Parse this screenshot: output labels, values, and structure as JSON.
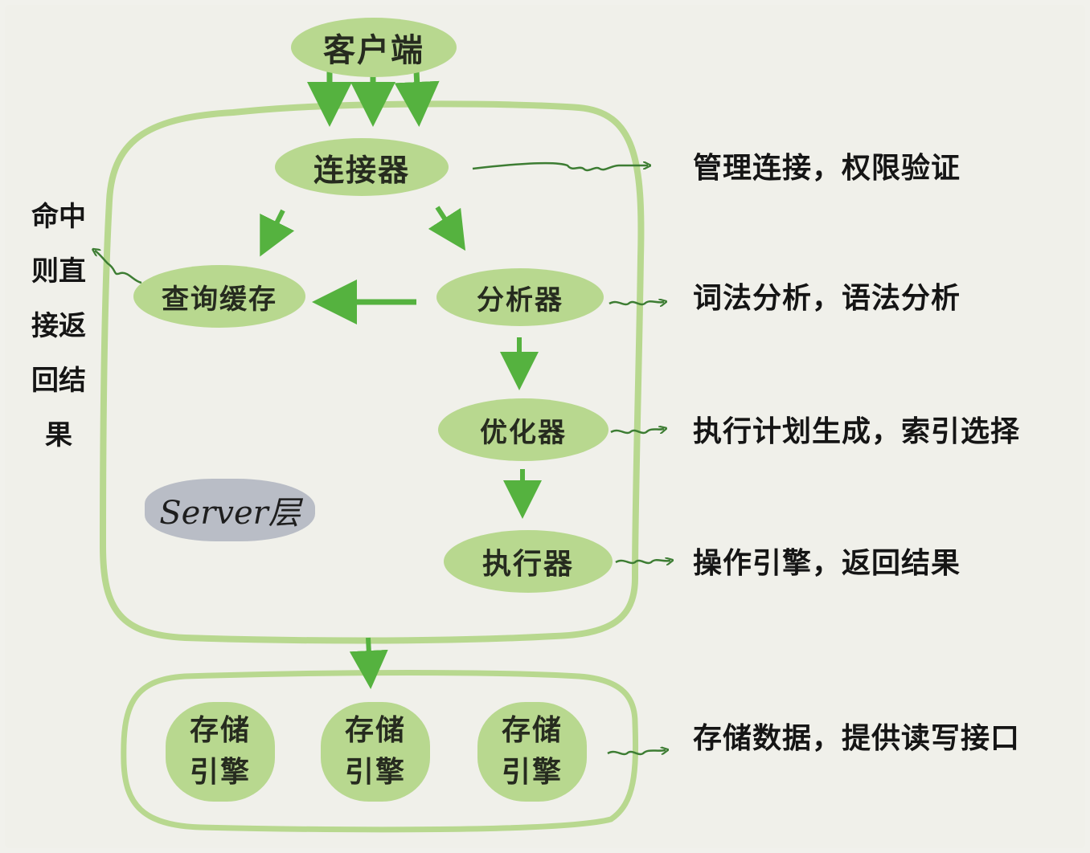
{
  "client": {
    "label": "客户端"
  },
  "server": {
    "label": "Server层",
    "components": {
      "connector": "连接器",
      "query_cache": "查询缓存",
      "analyzer": "分析器",
      "optimizer": "优化器",
      "executor": "执行器"
    }
  },
  "cache_hit_note": "命中则直接返回结果",
  "storage_engines": [
    {
      "label": "存储引擎"
    },
    {
      "label": "存储引擎"
    },
    {
      "label": "存储引擎"
    }
  ],
  "descriptions": {
    "connector": "管理连接，权限验证",
    "analyzer": "词法分析，语法分析",
    "optimizer": "执行计划生成，索引选择",
    "executor": "操作引擎，返回结果",
    "storage": "存储数据，提供读写接口"
  },
  "colors": {
    "pill_fill": "#b8d88f",
    "container_stroke": "#b8d88f",
    "arrow": "#55b23f",
    "squiggle_arrow": "#3d7d33",
    "server_badge": "#b9bdc6",
    "background": "#f0f0ea"
  }
}
